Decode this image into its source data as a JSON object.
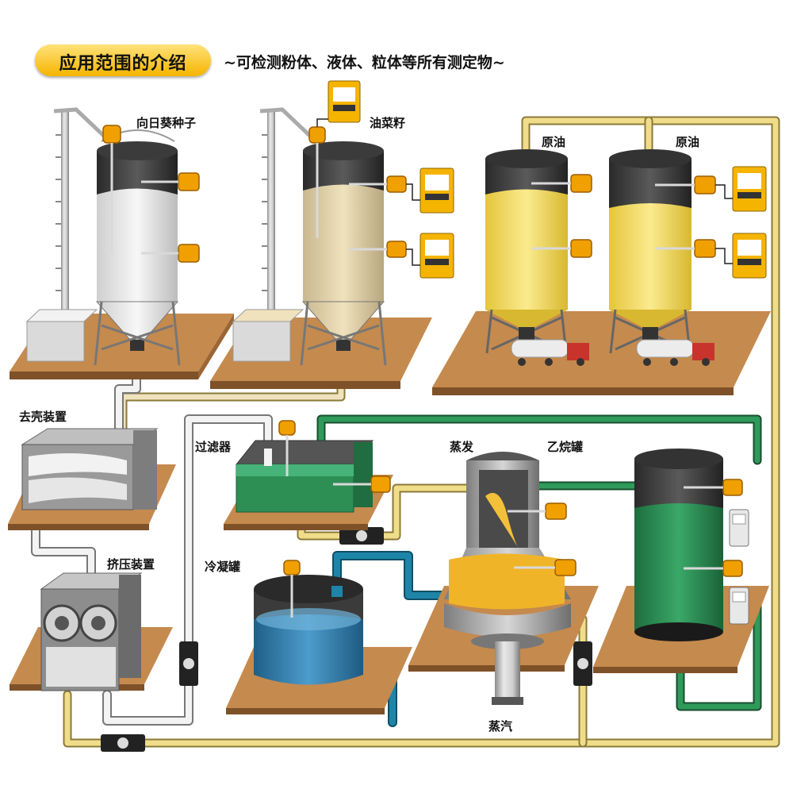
{
  "header": {
    "title": "应用范围的介绍",
    "subtitle": "~可检测粉体、液体、粒体等所有测定物~"
  },
  "labels": {
    "sunflower_seeds": "向日葵种子",
    "rapeseed": "油菜籽",
    "crude_oil_1": "原油",
    "crude_oil_2": "原油",
    "dehuller": "去壳装置",
    "filter": "过滤器",
    "evaporation": "蒸发",
    "hexane_tank": "乙烷罐",
    "extruder": "挤压装置",
    "condenser_tank": "冷凝罐",
    "steam": "蒸汽"
  },
  "colors": {
    "title_gold": "#f5b400",
    "platform_wood": "#c58a4e",
    "oil_yellow": "#f3dc62",
    "liquid_green": "#2e8f55",
    "water_blue": "#2e7fb0",
    "pipe_cream": "#f0dd8a",
    "pipe_green": "#2f9a5a",
    "pipe_teal": "#1e85a8",
    "sensor_orange": "#f0a000"
  }
}
